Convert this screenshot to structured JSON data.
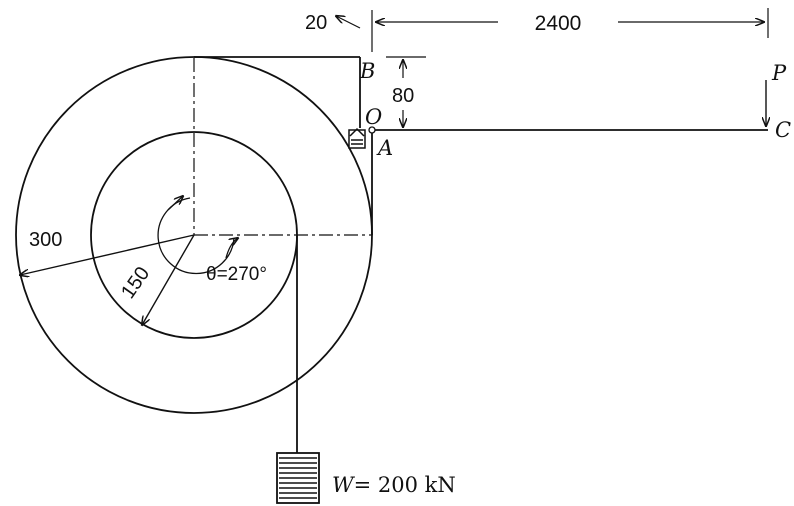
{
  "dimensions": {
    "top_offset": "20",
    "arm_length": "2400",
    "vertical_offset": "80",
    "outer_radius": "300",
    "inner_radius": "150"
  },
  "points": {
    "b": "B",
    "o": "O",
    "a": "A",
    "c": "C"
  },
  "force": "P",
  "angle": "θ=270°",
  "weight": {
    "symbol": "W",
    "value": "= 200 kN"
  }
}
